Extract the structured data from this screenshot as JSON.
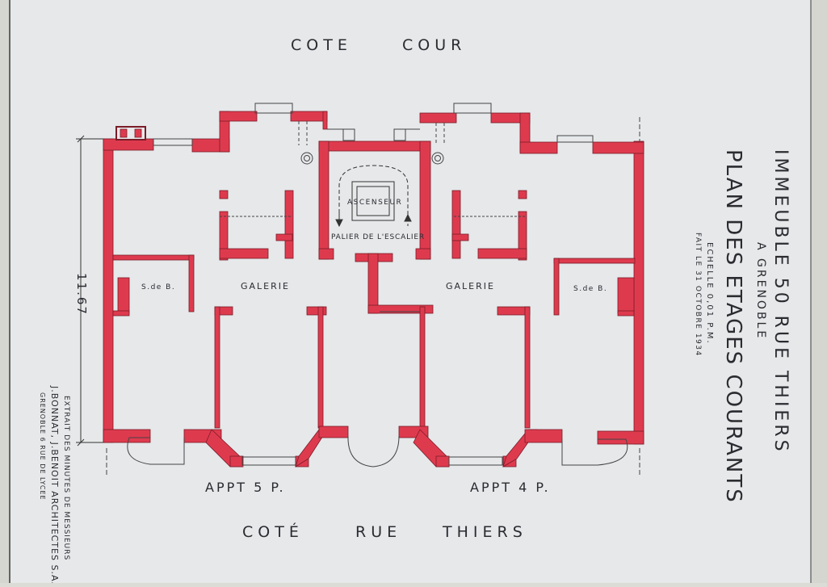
{
  "labels": {
    "top": [
      "COTE",
      "COUR"
    ],
    "bottom": [
      "COTÉ",
      "RUE",
      "THIERS"
    ],
    "apartments": [
      "APPT 5 P.",
      "APPT 4 P."
    ],
    "galleries": [
      "GALERIE",
      "GALERIE"
    ],
    "bathrooms": [
      "S.de B.",
      "S.de B."
    ],
    "elevator": "ASCENSEUR",
    "landing": "PALIER DE L'ESCALIER",
    "dimension": "11.67"
  },
  "title_block": {
    "line1": "IMMEUBLE  50 RUE THIERS",
    "line2": "A GRENOBLE",
    "line3": "PLAN DES ETAGES COURANTS",
    "line4": "ECHELLE 0,01 P.M.",
    "line5": "FAIT LE 31 OCTOBRE 1934"
  },
  "credit": {
    "line1": "EXTRAIT DES MINUTES DE MESSIEURS",
    "line2": "J.BONNAT, J.BENOIT ARCHITECTES S.A.D.G",
    "line3": "GRENOBLE 6 RUE DE LYCEE"
  },
  "colors": {
    "paper": "#e6e8ea",
    "wall": "#de3a4e",
    "ink": "#2b2b30"
  }
}
